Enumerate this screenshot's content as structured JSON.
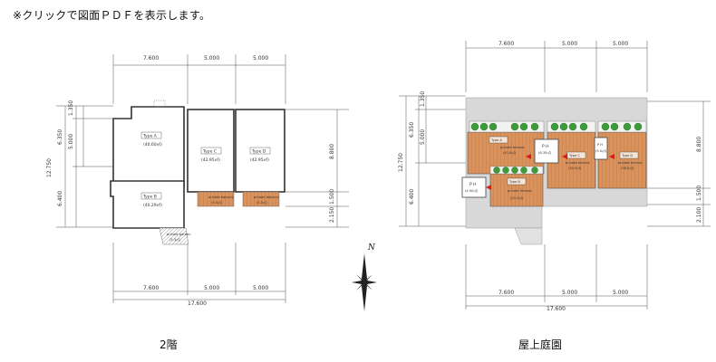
{
  "header": {
    "note": "※クリックで図面ＰＤＦを表示します。"
  },
  "plan_2f": {
    "caption": "2階",
    "dims_top": [
      "7.600",
      "5.000",
      "5.000"
    ],
    "dims_bottom": [
      "7.600",
      "5.000",
      "5.000"
    ],
    "total_bottom": "17.600",
    "dims_left": [
      "1.350",
      "5.000",
      "6.350",
      "12.750",
      "6.400"
    ],
    "dims_right": [
      "8.800",
      "1.500",
      "2.150"
    ],
    "units": [
      {
        "type": "Type A",
        "area": "(40.60㎡)"
      },
      {
        "type": "Type B",
        "area": "(40.29㎡)"
      },
      {
        "type": "Type C",
        "area": "(42.95㎡)"
      },
      {
        "type": "Type D",
        "area": "(42.95㎡)"
      }
    ],
    "balcony_c": {
      "name": "private balcony",
      "area": "(5.5㎡)"
    },
    "balcony_d": {
      "name": "private balcony",
      "area": "(5.5㎡)"
    },
    "garden": {
      "name": "private garden",
      "area": "(5.3㎡)"
    }
  },
  "plan_roof": {
    "caption": "屋上庭園",
    "dims_top": [
      "7.600",
      "5.000",
      "5.000"
    ],
    "dims_bottom": [
      "7.600",
      "5.000",
      "5.000"
    ],
    "total_bottom": "17.600",
    "dims_left": [
      "1.350",
      "5.000",
      "6.350",
      "12.750",
      "6.400"
    ],
    "dims_right": [
      "8.800",
      "1.500",
      "2.100"
    ],
    "ph_main": {
      "label": "P H",
      "area": "(6.35㎡)"
    },
    "ph_small": {
      "label": "P H",
      "area": "(5.0㎡)"
    },
    "ph_left": {
      "label": "P H",
      "area": "(4.90㎡)"
    },
    "terraces": [
      {
        "type": "Type A",
        "name": "private terrace",
        "area": "(41.8㎡)"
      },
      {
        "type": "Type C",
        "name": "private terrace",
        "area": "(35.9㎡)"
      },
      {
        "type": "Type D",
        "name": "private terrace",
        "area": "(38.0㎡)"
      },
      {
        "type": "Type B",
        "name": "private terrace",
        "area": "(25.4㎡)"
      }
    ]
  },
  "compass": {
    "north": "N"
  }
}
